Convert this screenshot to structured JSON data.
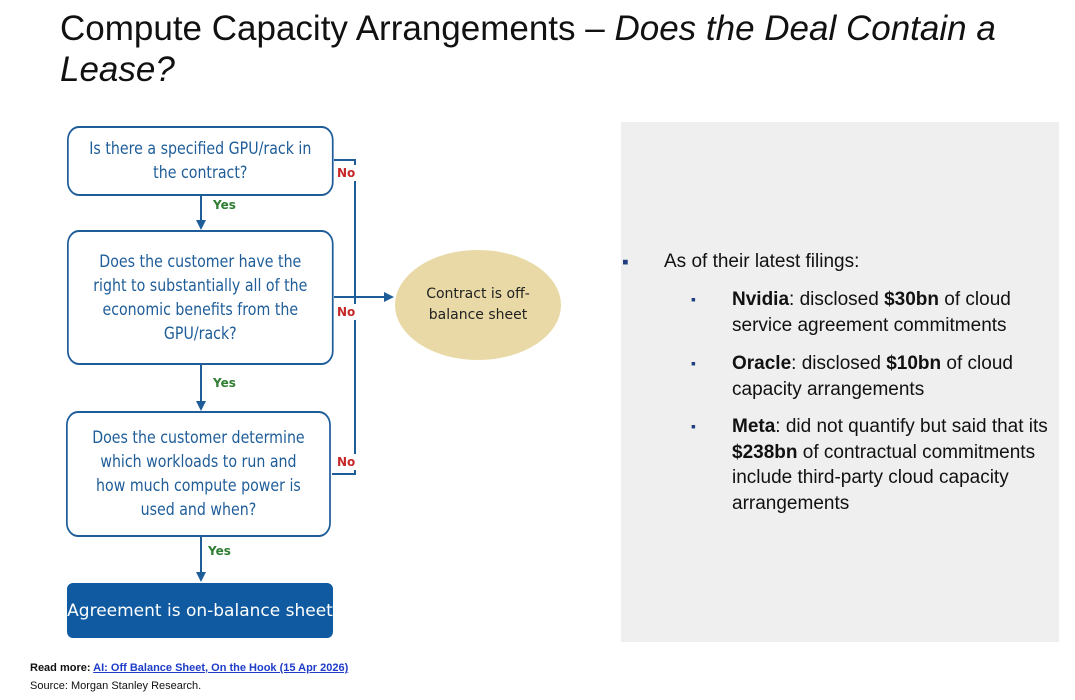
{
  "title": {
    "plain": "Compute Capacity Arrangements – ",
    "italic": "Does the Deal Contain a Lease?"
  },
  "flowchart": {
    "q1": [
      "Is there a specified GPU/rack in",
      "the contract?"
    ],
    "q2": [
      "Does the customer have the",
      "right to substantially all of the",
      "economic benefits from the",
      "GPU/rack?"
    ],
    "q3": [
      "Does the customer determine",
      "which workloads to run and",
      "how much compute power is",
      "used and when?"
    ],
    "final": "Agreement is on-balance sheet",
    "off_balance": [
      "Contract is off-",
      "balance sheet"
    ],
    "yes_label": "Yes",
    "no_label": "No"
  },
  "panel": {
    "intro": "As of their latest filings:",
    "items": [
      {
        "company": "Nvidia",
        "pre": ": disclosed ",
        "amount": "$30bn",
        "post": " of cloud service agreement commitments"
      },
      {
        "company": "Oracle",
        "pre": ": disclosed ",
        "amount": "$10bn",
        "post": " of cloud capacity arrangements"
      },
      {
        "company": "Meta",
        "pre": ": did not quantify but said that its ",
        "amount": "$238bn",
        "post": " of contractual commitments include third-party cloud capacity arrangements"
      }
    ],
    "bullet_main": "▪",
    "bullet_sub": "▪"
  },
  "footer": {
    "read_more_label": "Read more: ",
    "read_more_link": "AI: Off Balance Sheet, On the Hook (15 Apr 2026)",
    "source": "Source: Morgan Stanley Research."
  },
  "colors": {
    "flow_blue": "#1f5d99",
    "final_fill": "#0f5aa0",
    "ellipse_fill": "#e8d9a6",
    "yes_green": "#2e7d32",
    "no_red": "#c62828",
    "panel_bg": "#efefef"
  }
}
